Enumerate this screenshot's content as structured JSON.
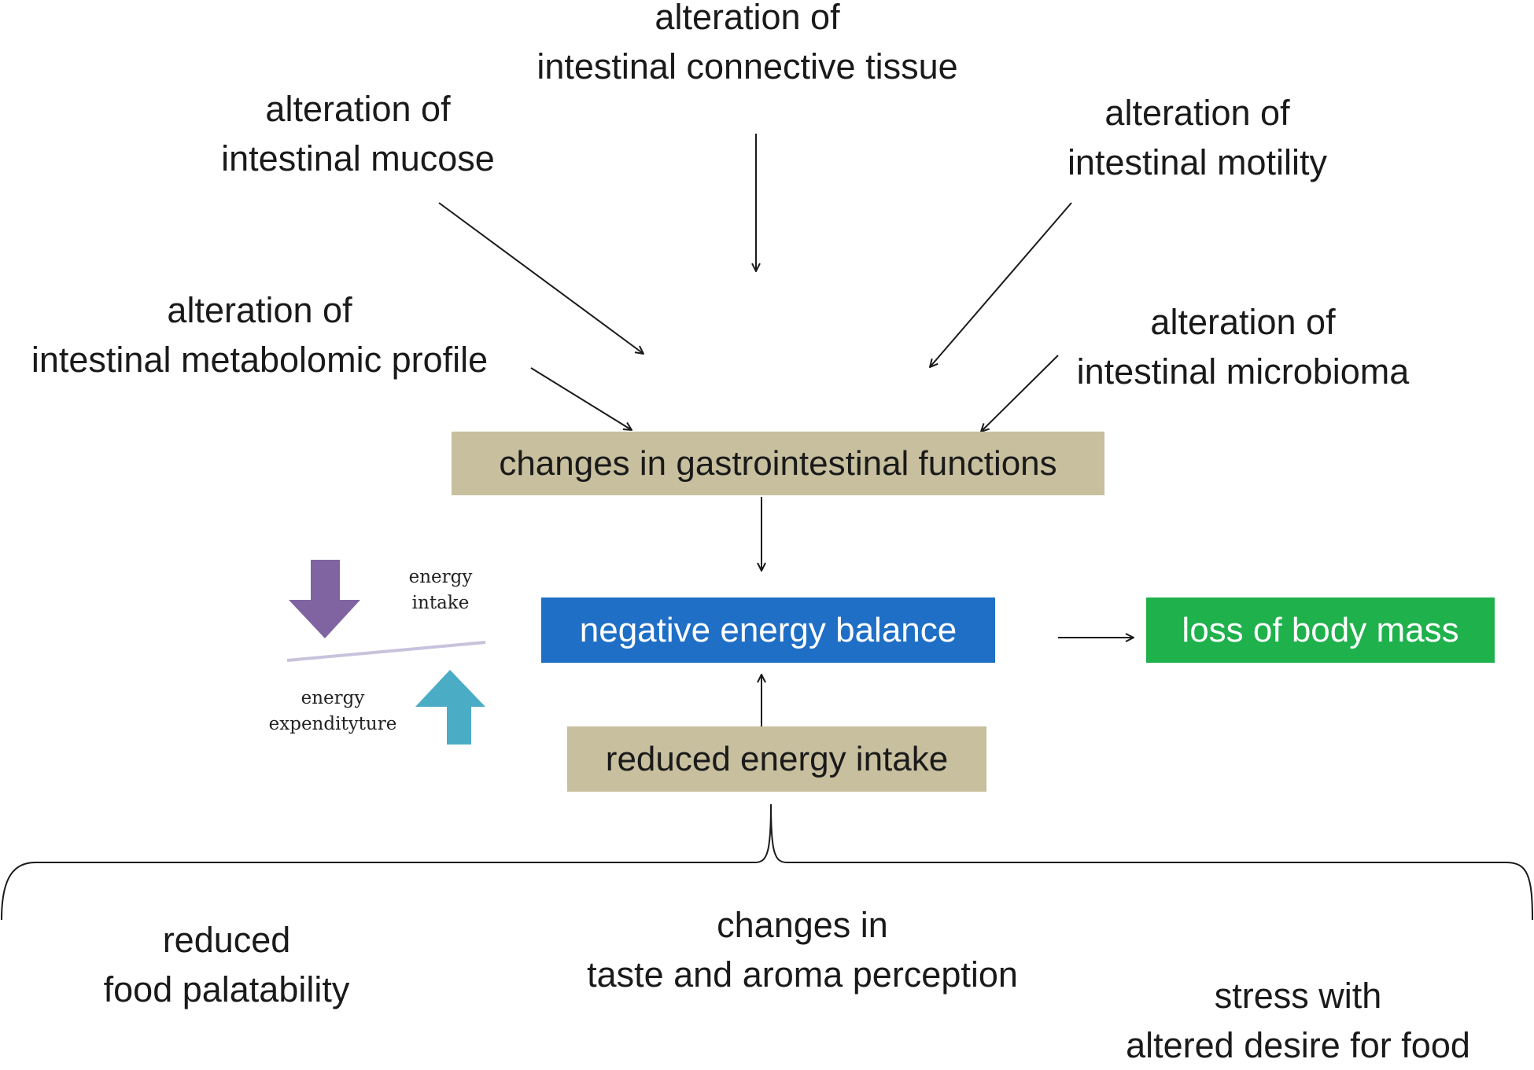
{
  "causes": {
    "connective_tissue": [
      "alteration of",
      "intestinal connective tissue"
    ],
    "mucose": [
      "alteration of",
      "intestinal mucose"
    ],
    "motility": [
      "alteration of",
      "intestinal motility"
    ],
    "metabolomic": [
      "alteration of",
      "intestinal metabolomic profile"
    ],
    "microbioma": [
      "alteration of",
      "intestinal microbioma"
    ]
  },
  "boxes": {
    "gi_functions": "changes in gastrointestinal functions",
    "negative_balance": "negative energy balance",
    "body_mass": "loss of body mass",
    "reduced_intake": "reduced energy intake"
  },
  "balance_legend": {
    "intake": [
      "energy",
      "intake"
    ],
    "expenditure": [
      "energy",
      "expendityture"
    ]
  },
  "factors": {
    "palatability": [
      "reduced",
      "food palatability"
    ],
    "taste_aroma": [
      "changes in",
      "taste and aroma perception"
    ],
    "stress": [
      "stress with",
      "altered desire for food"
    ]
  },
  "colors": {
    "tan_box": "#c7bf9e",
    "blue_box": "#1f6fc6",
    "green_box": "#1fb14c",
    "down_arrow": "#8064a2",
    "up_arrow": "#4bacc6"
  }
}
